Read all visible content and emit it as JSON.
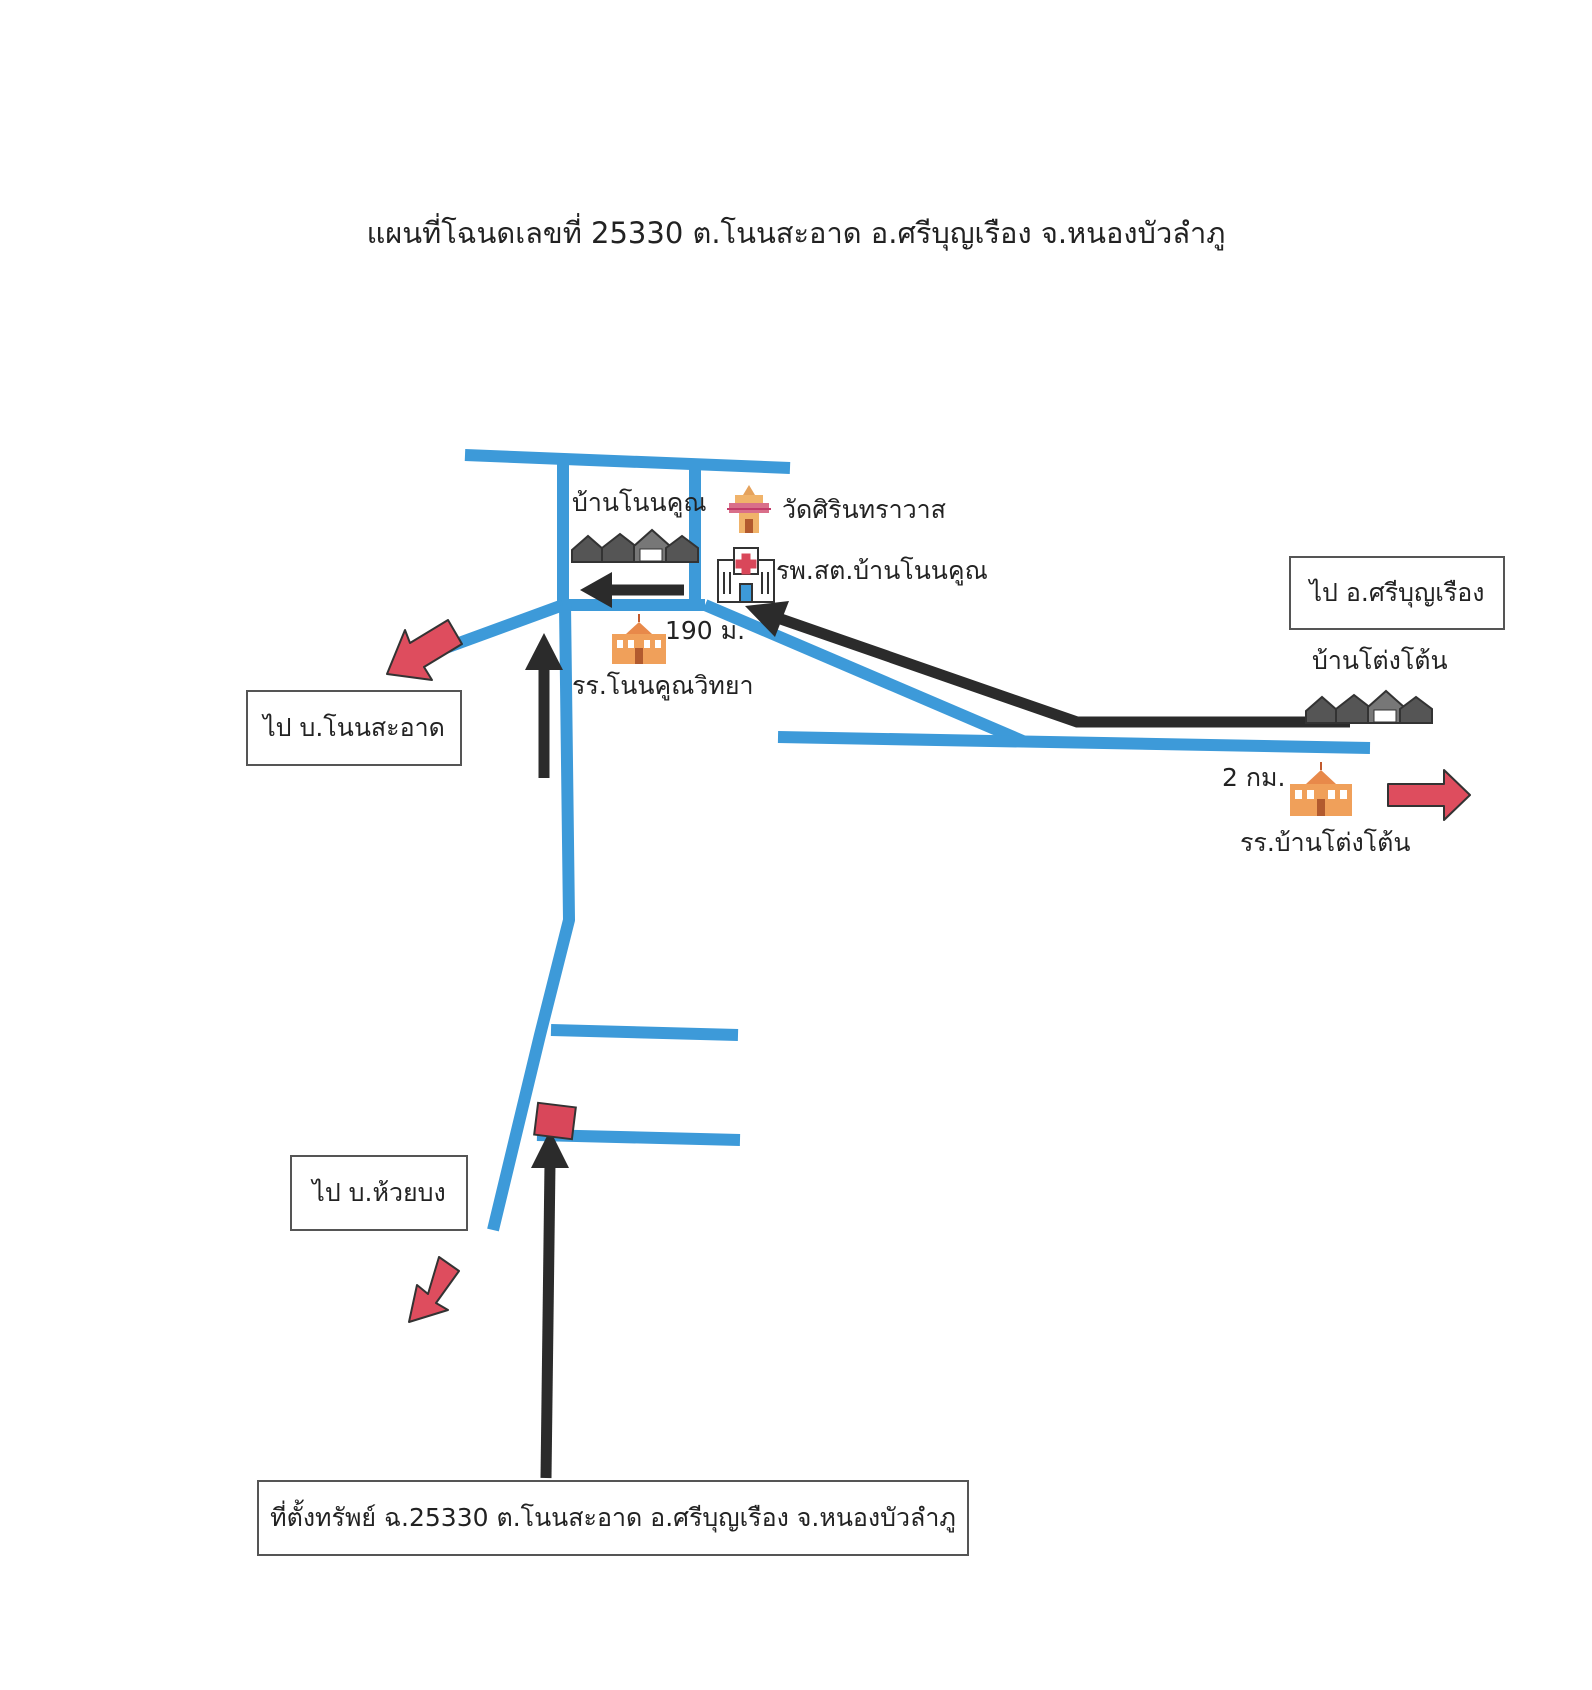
{
  "title": "แผนที่โฉนดเลขที่ 25330 ต.โนนสะอาด อ.ศรีบุญเรือง จ.หนองบัวลำภู",
  "labels": {
    "ban_non_khun": "บ้านโนนคูณ",
    "wat": "วัดศิรินทราวาส",
    "hospital": "รพ.สต.บ้านโนนคูณ",
    "dist_190": "190 ม.",
    "school_non_khun": "รร.โนนคูณวิทยา",
    "ban_tong_ton": "บ้านโต่งโต้น",
    "dist_2km": "2 กม.",
    "school_tong_ton": "รร.บ้านโต่งโต้น"
  },
  "boxes": {
    "to_si_bun_rueang": "ไป อ.ศรีบุญเรือง",
    "to_non_sa_at": "ไป บ.โนนสะอาด",
    "to_huai_bong": "ไป บ.ห้วยบง",
    "property_location": "ที่ตั้งทรัพย์ ฉ.25330 ต.โนนสะอาด อ.ศรีบุญเรือง จ.หนองบัวลำภู"
  },
  "colors": {
    "road": "#3d9ad9",
    "route_arrow": "#2b2b2b",
    "direction_arrow": "#de4d5e",
    "property_marker": "#d9475a",
    "school": "#f0a05a"
  },
  "icons": [
    "house-cluster-icon",
    "temple-icon",
    "hospital-icon",
    "school-icon"
  ]
}
